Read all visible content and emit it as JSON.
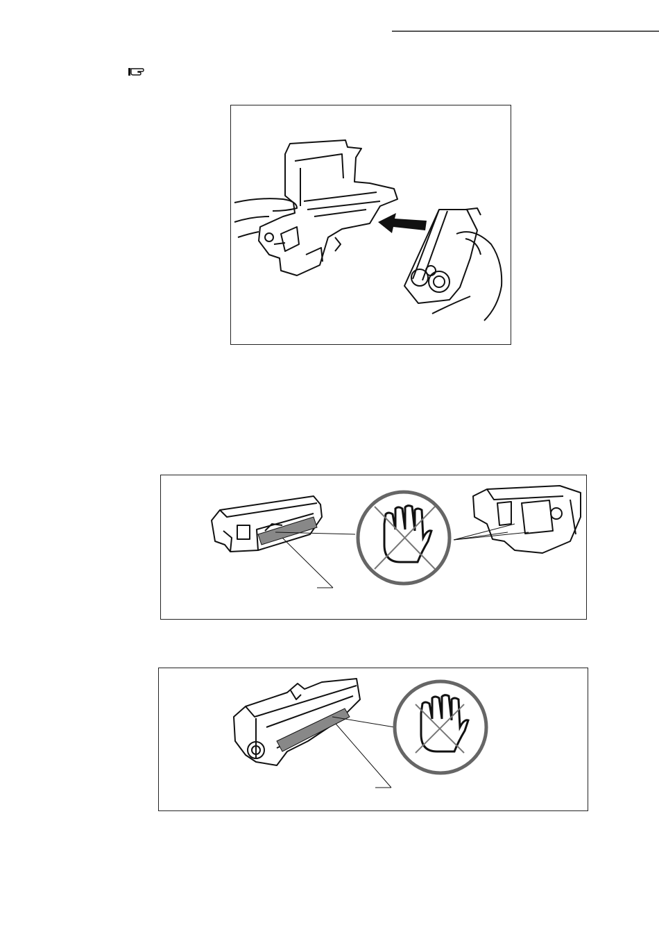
{
  "page": {
    "note_icon": "pointing-hand-icon",
    "figures": [
      {
        "name": "figure-insert-toner-into-drum",
        "illustration": "toner-cartridge-insertion",
        "icon": "arrow-icon"
      },
      {
        "name": "figure-do-not-touch-drum-unit",
        "illustration": "drum-unit",
        "icon": "no-touch-hand-icon"
      },
      {
        "name": "figure-do-not-touch-toner-roller",
        "illustration": "toner-cartridge",
        "icon": "no-touch-hand-icon"
      }
    ]
  }
}
